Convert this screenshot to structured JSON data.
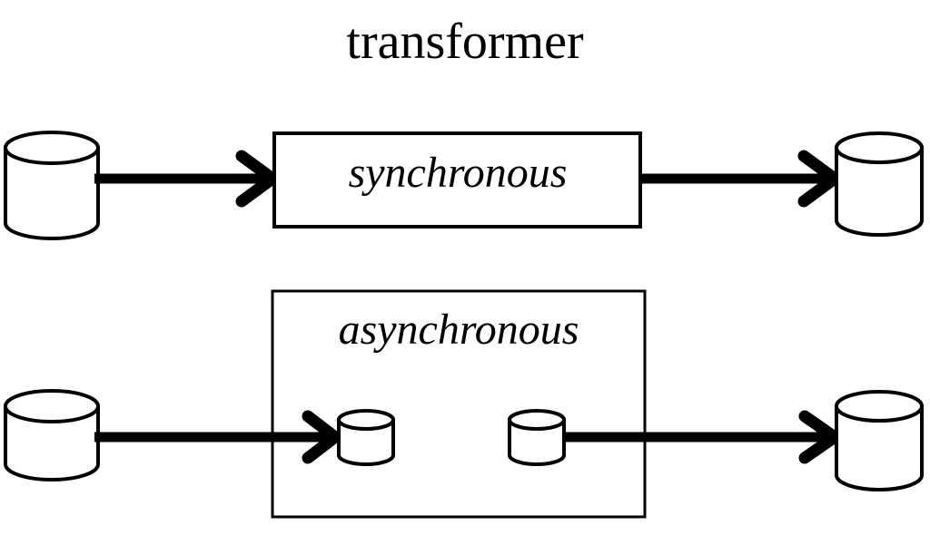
{
  "diagram": {
    "title": "transformer",
    "colors": {
      "stroke": "#000000",
      "fill": "#ffffff",
      "background": "#ffffff"
    },
    "rows": [
      {
        "name": "synchronous-row",
        "process_label": "synchronous",
        "source_store": "database-cylinder",
        "target_store": "database-cylinder",
        "inner_stores": []
      },
      {
        "name": "asynchronous-row",
        "process_label": "asynchronous",
        "source_store": "database-cylinder",
        "target_store": "database-cylinder",
        "inner_stores": [
          "small-database-cylinder",
          "small-database-cylinder"
        ]
      }
    ],
    "arrows": [
      {
        "name": "arrow-source-to-synchronous",
        "direction": "right"
      },
      {
        "name": "arrow-synchronous-to-target",
        "direction": "right"
      },
      {
        "name": "arrow-source-to-inner-store",
        "direction": "right"
      },
      {
        "name": "arrow-inner-store-to-target",
        "direction": "right"
      }
    ]
  }
}
